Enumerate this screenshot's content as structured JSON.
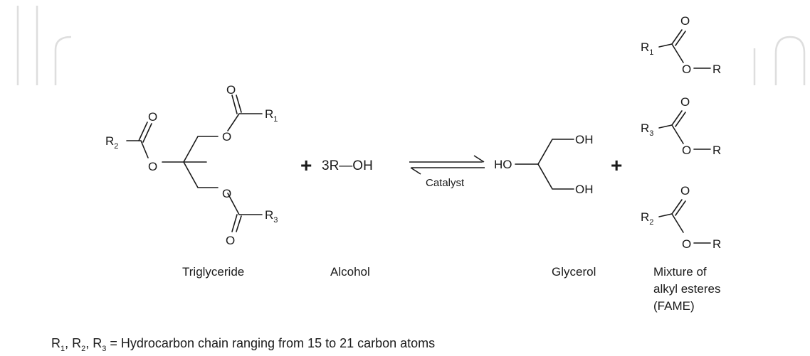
{
  "atoms": {
    "O": "O",
    "OH": "OH",
    "HO": "HO",
    "R": "R",
    "R_sub_1": "1",
    "R_sub_2": "2",
    "R_sub_3": "3"
  },
  "reagent": {
    "alcohol_formula": "3R—OH"
  },
  "operators": {
    "plus": "+"
  },
  "arrow": {
    "label": "Catalyst"
  },
  "labels": {
    "triglyceride": "Triglyceride",
    "alcohol": "Alcohol",
    "glycerol": "Glycerol",
    "fame_line1": "Mixture of",
    "fame_line2": "alkyl esteres",
    "fame_line3": "(FAME)"
  },
  "footnote": {
    "r1": "R",
    "s1": "1",
    "sep1": ", R",
    "s2": "2",
    "sep2": ", R",
    "s3": "3",
    "text": " = Hydrocarbon chain ranging from 15 to 21 carbon atoms"
  }
}
